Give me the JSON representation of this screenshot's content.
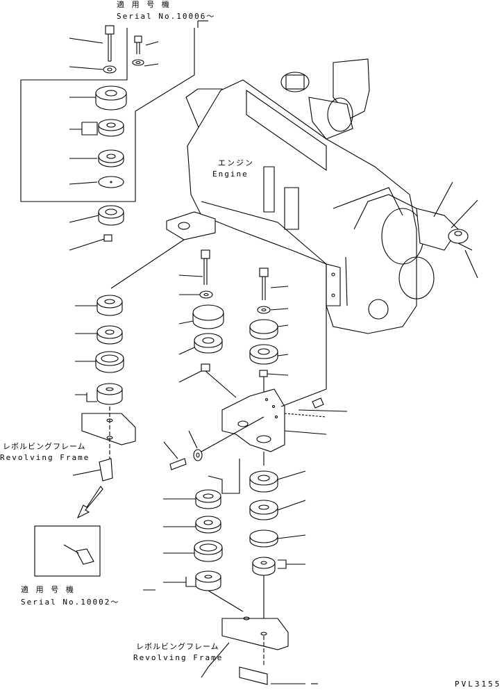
{
  "labels": {
    "top_serial_jp": "適 用 号 機",
    "top_serial": "Serial No.10006～",
    "engine_jp": "エンジン",
    "engine_en": "Engine",
    "frame_left_jp": "レボルビングフレーム",
    "frame_left_en": "Revolving Frame",
    "bottom_serial_jp": "適 用 号 機",
    "bottom_serial": "Serial No.10002～",
    "frame_bottom_jp": "レボルビングフレーム",
    "frame_bottom_en": "Revolving Frame",
    "drawing_code": "PVL3155"
  }
}
